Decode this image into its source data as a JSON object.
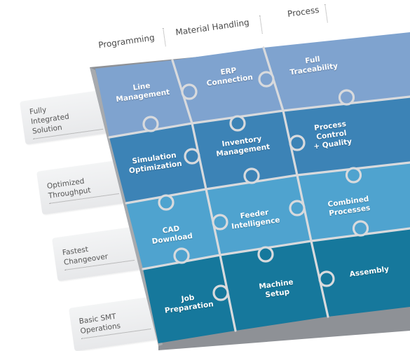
{
  "columns": [
    {
      "label": "Programming"
    },
    {
      "label": "Material Handling"
    },
    {
      "label": "Process"
    }
  ],
  "rows": [
    {
      "label": "Fully\nIntegrated\nSolution"
    },
    {
      "label": "Optimized\nThroughput"
    },
    {
      "label": "Fastest\nChangeover"
    },
    {
      "label": "Basic SMT\nOperations"
    }
  ],
  "pieces": [
    {
      "label": "Line\nManagement",
      "color": "#7fa3cf"
    },
    {
      "label": "ERP\nConnection",
      "color": "#7fa3cf"
    },
    {
      "label": "Full\nTraceability",
      "color": "#7fa3cf"
    },
    {
      "label": "Simulation\nOptimization",
      "color": "#3c83b6"
    },
    {
      "label": "Inventory\nManagement",
      "color": "#3c83b6"
    },
    {
      "label": "Process\nControl\n+ Quality",
      "color": "#3c83b6"
    },
    {
      "label": "CAD\nDownload",
      "color": "#4fa3cf"
    },
    {
      "label": "Feeder\nIntelligence",
      "color": "#4fa3cf"
    },
    {
      "label": "Combined\nProcesses",
      "color": "#4fa3cf"
    },
    {
      "label": "Job\nPreparation",
      "color": "#16789c"
    },
    {
      "label": "Machine\nSetup",
      "color": "#16789c"
    },
    {
      "label": "Assembly",
      "color": "#16789c"
    }
  ]
}
